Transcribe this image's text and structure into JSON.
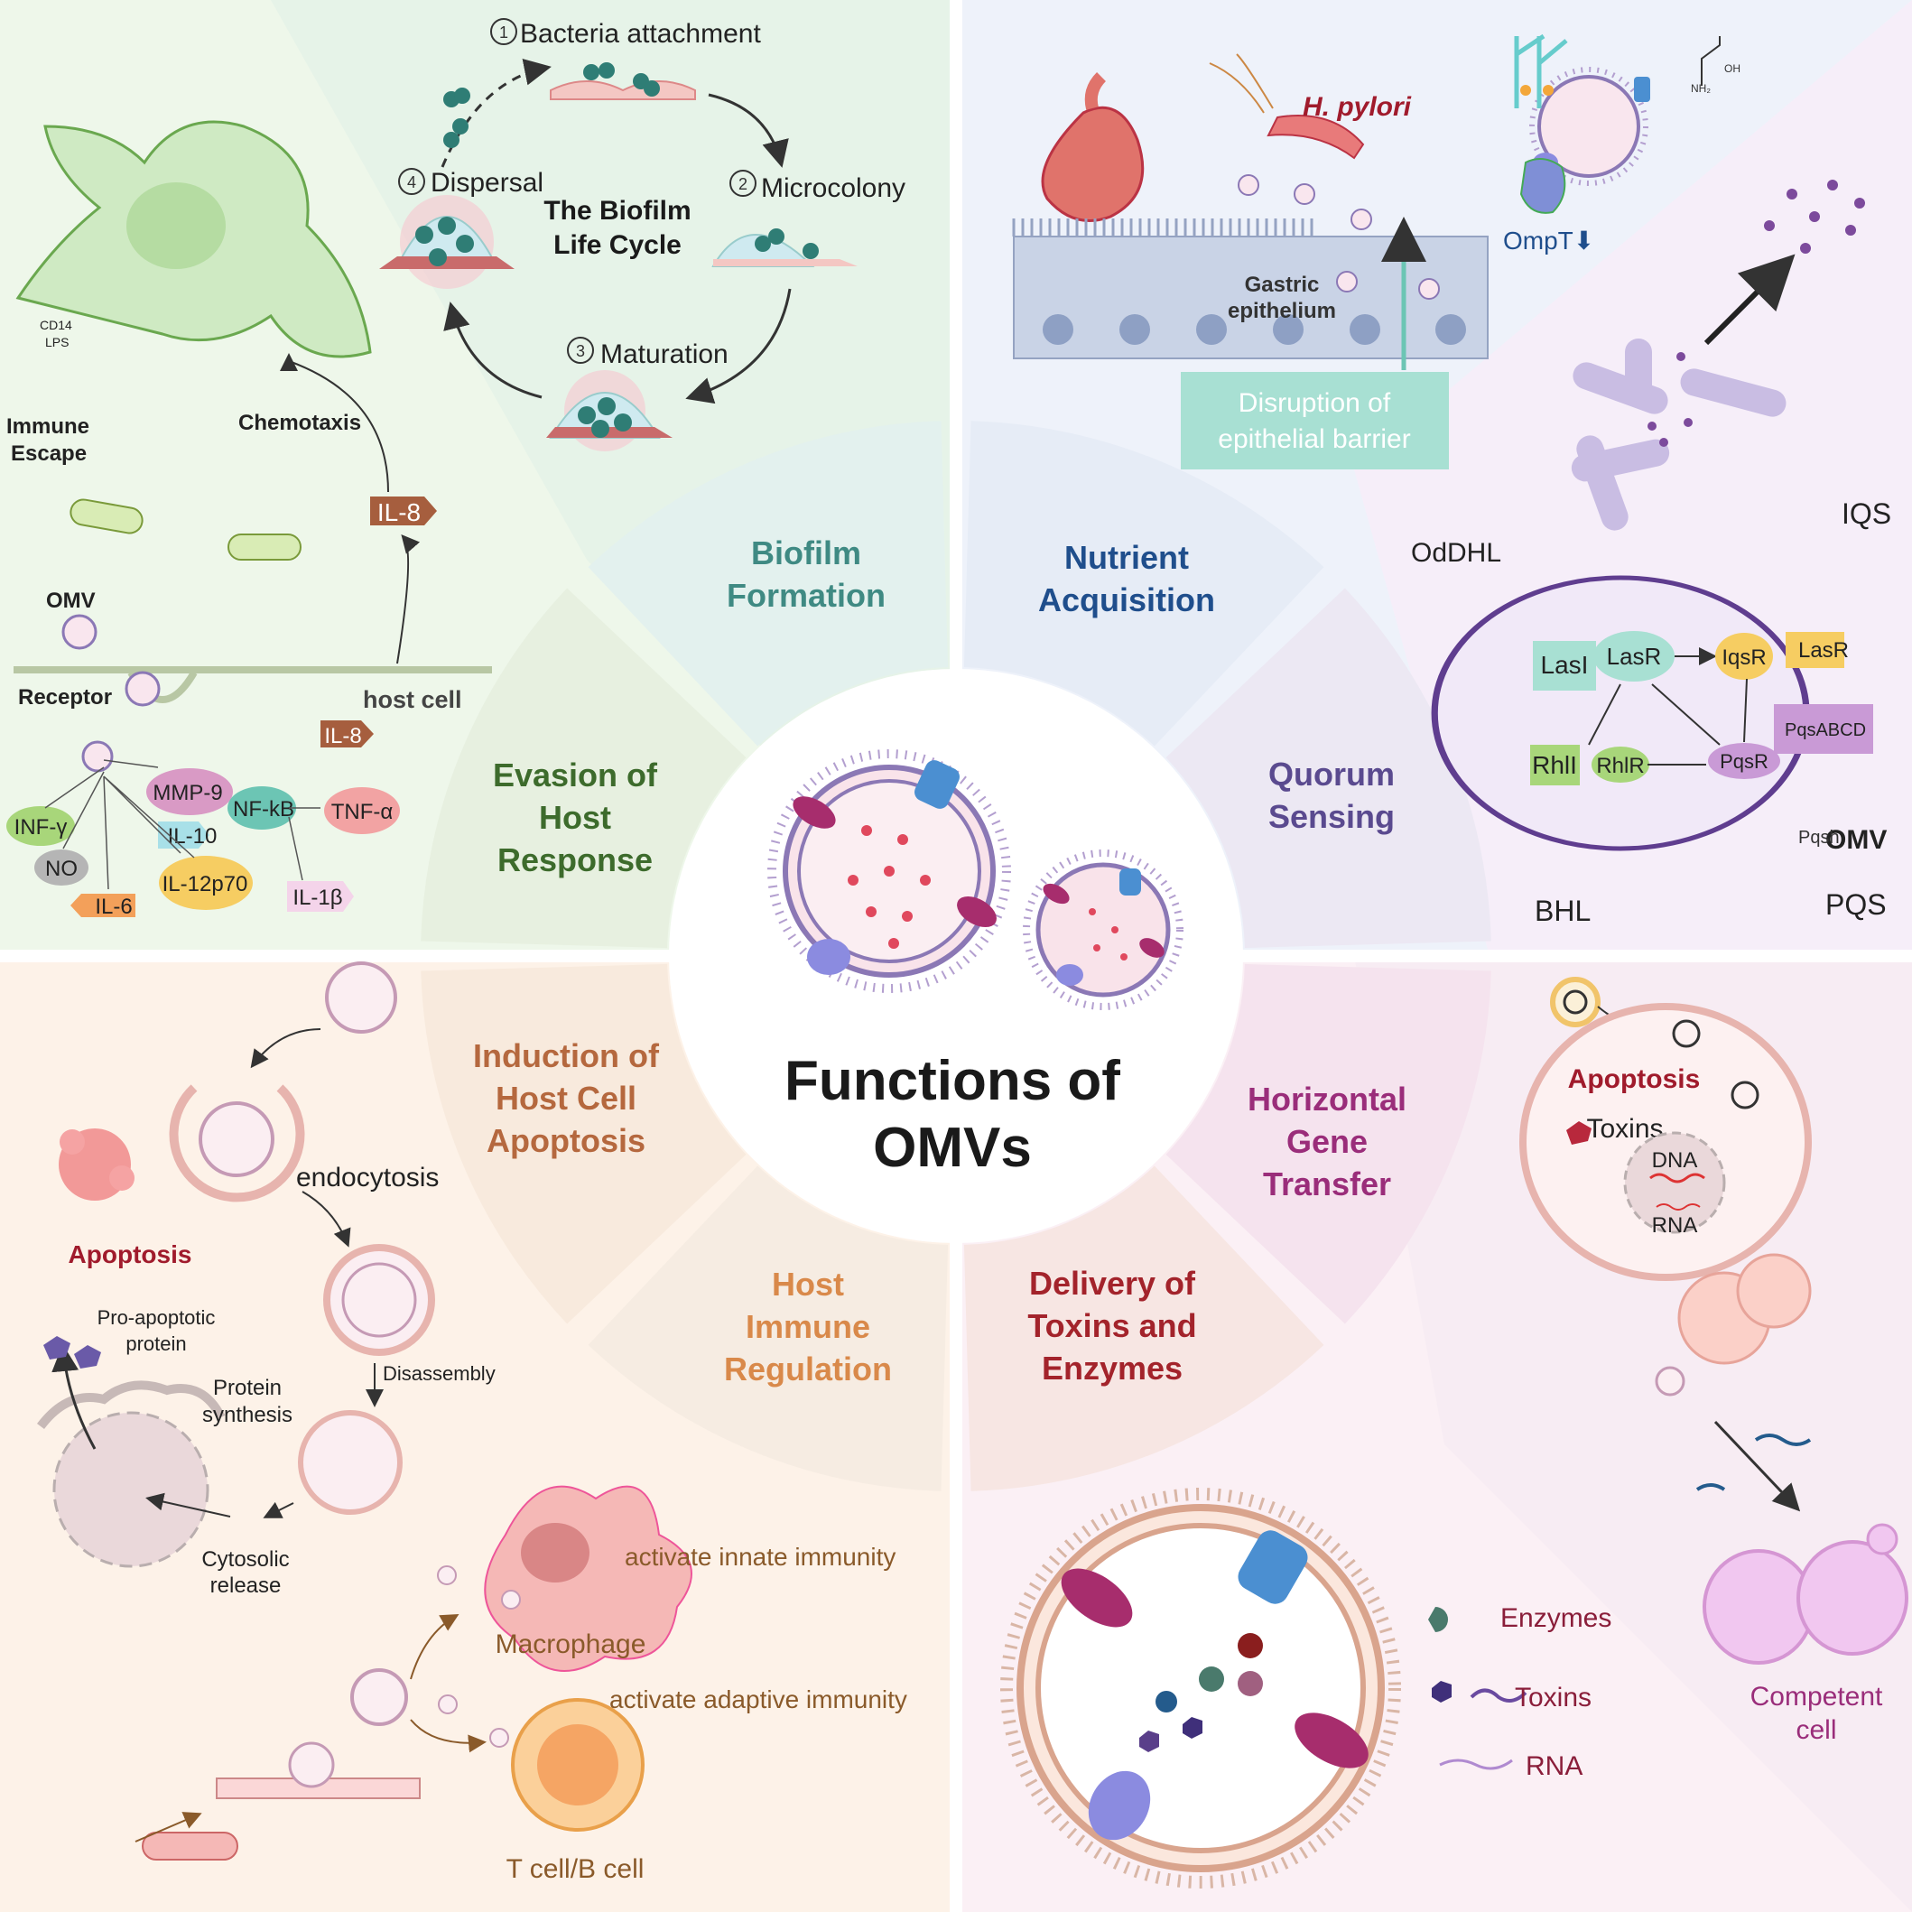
{
  "center": {
    "title_line1": "Functions of",
    "title_line2": "OMVs"
  },
  "sectors": {
    "biofilm": [
      "Biofilm",
      "Formation"
    ],
    "nutrient": [
      "Nutrient",
      "Acquisition"
    ],
    "quorum": [
      "Quorum",
      "Sensing"
    ],
    "hgt": [
      "Horizontal",
      "Gene",
      "Transfer"
    ],
    "toxins": [
      "Delivery of",
      "Toxins and",
      "Enzymes"
    ],
    "immune": [
      "Host",
      "Immune",
      "Regulation"
    ],
    "apoptosis": [
      "Induction of",
      "Host Cell",
      "Apoptosis"
    ],
    "evasion": [
      "Evasion of",
      "Host",
      "Response"
    ]
  },
  "biofilm_panel": {
    "steps": [
      "Bacteria attachment",
      "Microcolony",
      "Maturation",
      "Dispersal"
    ],
    "step_numbers": [
      "1",
      "2",
      "3",
      "4"
    ],
    "title": [
      "The Biofilm",
      "Life Cycle"
    ]
  },
  "nutrient_panel": {
    "organism": "H. pylori",
    "epithelium": [
      "Gastric",
      "epithelium"
    ],
    "barrier": [
      "Disruption of",
      "epithelial barrier"
    ],
    "ompt": "OmpT⬇",
    "oh": "OH",
    "nh2": "NH₂"
  },
  "quorum_panel": {
    "signals": [
      "OdDHL",
      "IQS",
      "BHL",
      "PQS",
      "OMV"
    ],
    "proteins": [
      "LasI",
      "LasR",
      "IqsR",
      "LasR",
      "PqsABCD",
      "RhlI",
      "RhlR",
      "PqsR"
    ],
    "partial": "Pqsh"
  },
  "hgt_panel": {
    "apoptosis": "Apoptosis",
    "toxins": "Toxins",
    "dna": "DNA",
    "rna": "RNA",
    "competent": [
      "Competent",
      "cell"
    ]
  },
  "toxins_panel": {
    "legend": [
      "Enzymes",
      "Toxins",
      "RNA"
    ]
  },
  "immune_panel": {
    "innate": "activate innate immunity",
    "adaptive": "activate adaptive immunity",
    "macrophage": "Macrophage",
    "tcell": "T cell/B cell"
  },
  "apoptosis_panel": {
    "apoptosis": "Apoptosis",
    "endocytosis": "endocytosis",
    "proapoptotic": [
      "Pro-apoptotic",
      "protein"
    ],
    "disassembly": "Disassembly",
    "synthesis": [
      "Protein",
      "synthesis"
    ],
    "cytosolic": [
      "Cytosolic",
      "release"
    ]
  },
  "evasion_panel": {
    "cd14": "CD14",
    "lps": "LPS",
    "immune_escape": [
      "Immune",
      "Escape"
    ],
    "chemotaxis": "Chemotaxis",
    "omv": "OMV",
    "receptor": "Receptor",
    "host_cell": "host cell",
    "il8_top": "IL-8",
    "il8_mid": "IL-8",
    "cytokines": [
      "MMP-9",
      "NF-kB",
      "TNF-α",
      "INF-γ",
      "IL-10",
      "NO",
      "IL-6",
      "IL-12p70",
      "IL-1β"
    ]
  },
  "colors": {
    "biofilm": "#3f8a83",
    "nutrient": "#1f4e8c",
    "quorum": "#5a4a8f",
    "hgt": "#9a2d7a",
    "toxins": "#a3232b",
    "immune": "#d9894a",
    "apoptosis": "#b5683e",
    "evasion": "#3d6b2c"
  }
}
